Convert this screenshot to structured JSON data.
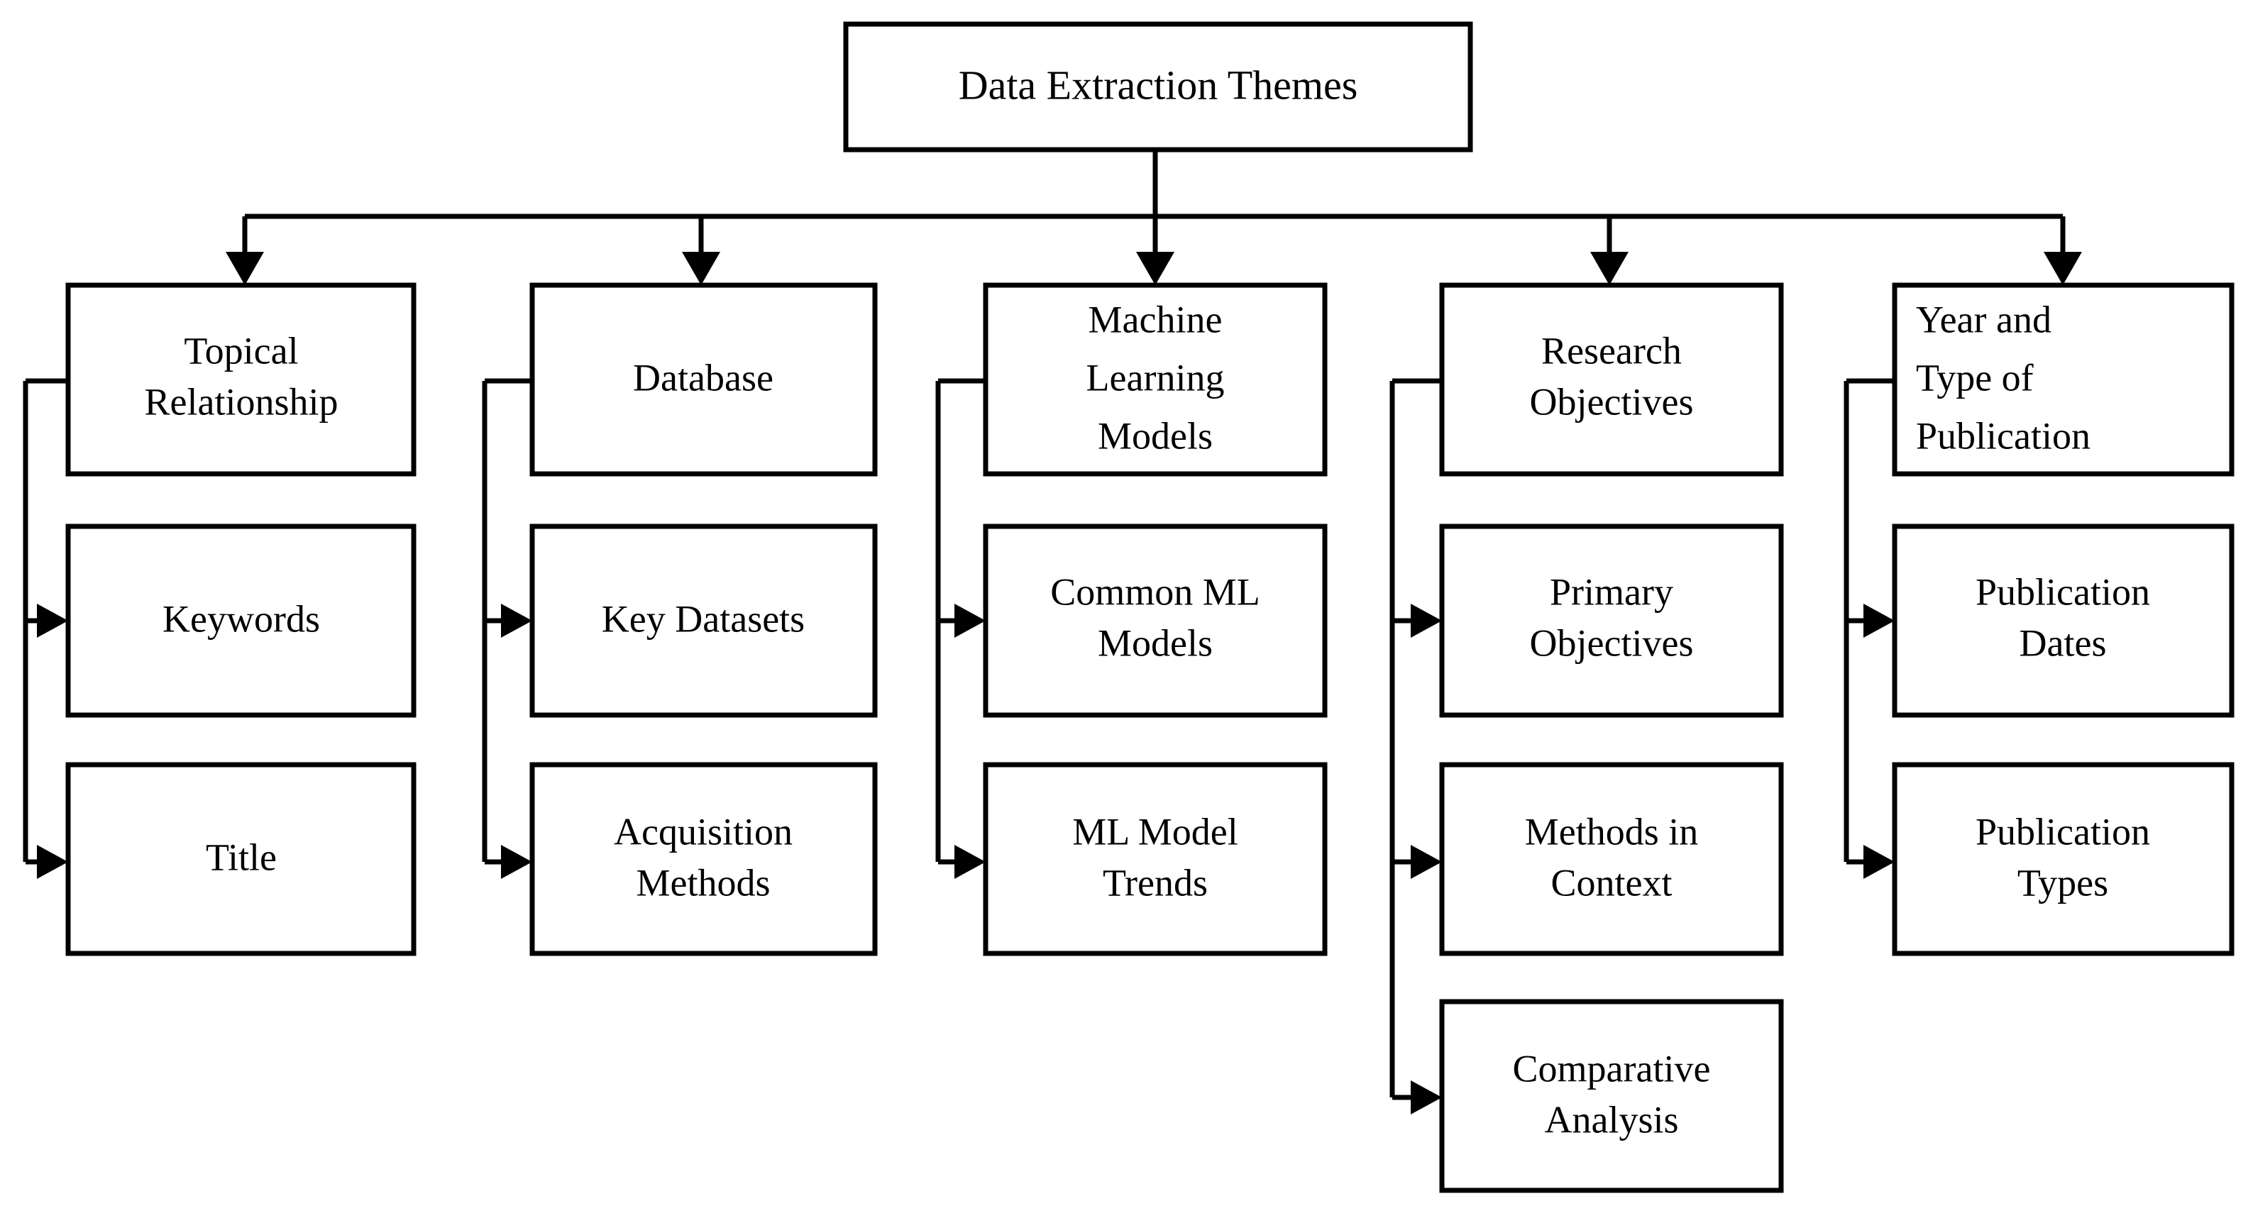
{
  "diagram": {
    "title": "Data Extraction Themes",
    "type": "hierarchical-tree-flowchart",
    "root": {
      "label": "Data Extraction Themes"
    },
    "columns": [
      {
        "heading": "Topical Relationship",
        "heading_lines": [
          "Topical",
          "Relationship"
        ],
        "children": [
          {
            "label": "Keywords",
            "lines": [
              "Keywords"
            ]
          },
          {
            "label": "Title",
            "lines": [
              "Title"
            ]
          }
        ]
      },
      {
        "heading": "Database",
        "heading_lines": [
          "Database"
        ],
        "children": [
          {
            "label": "Key Datasets",
            "lines": [
              "Key Datasets"
            ]
          },
          {
            "label": "Acquisition Methods",
            "lines": [
              "Acquisition",
              "Methods"
            ]
          }
        ]
      },
      {
        "heading": "Machine Learning Models",
        "heading_lines": [
          "Machine",
          "Learning",
          "Models"
        ],
        "children": [
          {
            "label": "Common ML Models",
            "lines": [
              "Common ML",
              "Models"
            ]
          },
          {
            "label": "ML Model Trends",
            "lines": [
              "ML Model",
              "Trends"
            ]
          }
        ]
      },
      {
        "heading": "Research Objectives",
        "heading_lines": [
          "Research",
          "Objectives"
        ],
        "children": [
          {
            "label": "Primary Objectives",
            "lines": [
              "Primary",
              "Objectives"
            ]
          },
          {
            "label": "Methods in Context",
            "lines": [
              "Methods in",
              "Context"
            ]
          },
          {
            "label": "Comparative Analysis",
            "lines": [
              "Comparative",
              "Analysis"
            ]
          }
        ]
      },
      {
        "heading": "Year and Type of Publication",
        "heading_lines": [
          "Year and",
          "Type of",
          "Publication"
        ],
        "children": [
          {
            "label": "Publication Dates",
            "lines": [
              "Publication",
              "Dates"
            ]
          },
          {
            "label": "Publication Types",
            "lines": [
              "Publication",
              "Types"
            ]
          }
        ]
      }
    ],
    "colors": {
      "background": "#ffffff",
      "box_fill": "#ffffff",
      "stroke": "#000000",
      "text": "#000000"
    }
  }
}
